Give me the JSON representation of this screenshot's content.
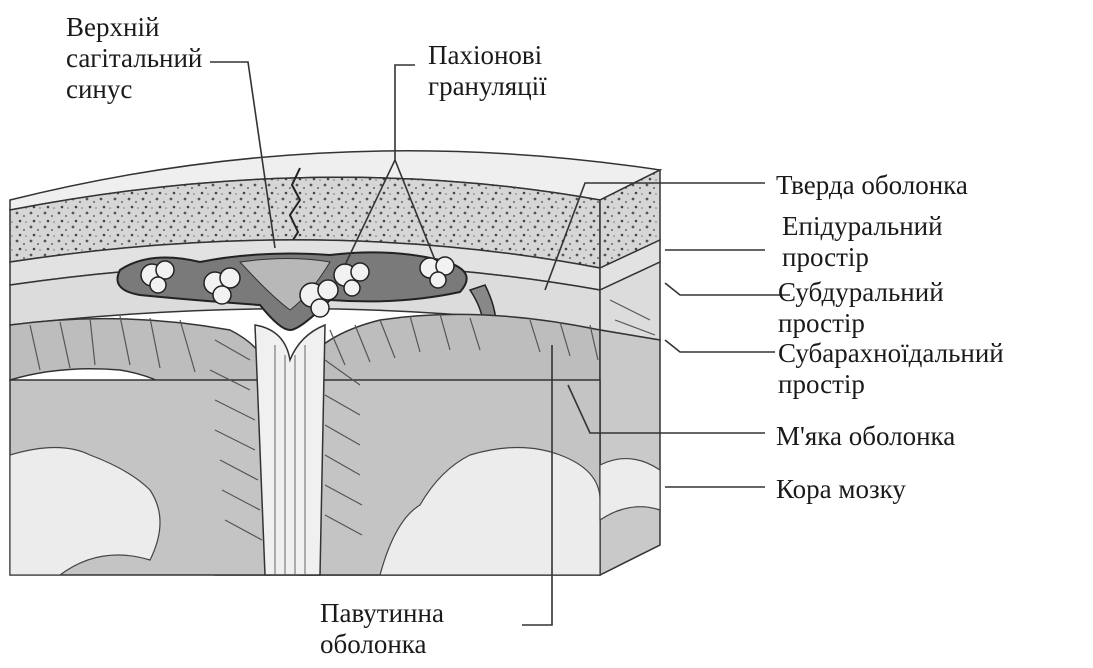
{
  "labels": {
    "sagittal_sinus": [
      "Верхній",
      "сагітальний",
      "синус"
    ],
    "pacchionian": [
      "Пахіонові",
      "грануляції"
    ],
    "dura": [
      "Тверда оболонка"
    ],
    "epidural": [
      "Епідуральний",
      "простір"
    ],
    "subdural": [
      "Субдуральний",
      "простір"
    ],
    "subarachnoid": [
      "Субарахноїдальний",
      "простір"
    ],
    "pia": [
      "М'яка оболонка"
    ],
    "cortex": [
      "Кора мозку"
    ],
    "arachnoid": [
      "Павутинна",
      "оболонка"
    ]
  },
  "colors": {
    "skull": "#d9d9d9",
    "sinus": "#7a7a7a",
    "gray_matter": "#bdbdbd",
    "white_matter": "#ececec",
    "line": "#333333"
  }
}
